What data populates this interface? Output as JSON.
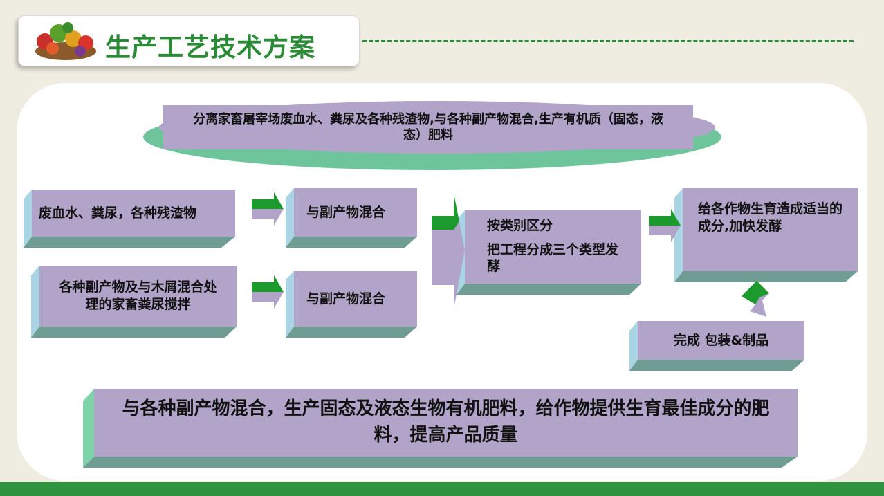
{
  "header": {
    "title": "生产工艺技术方案",
    "image": "vegetable-basket-icon"
  },
  "diagram": {
    "top_ellipse": "分离家畜屠宰场废血水、粪尿及各种残渣物,与各种副产物混合,生产有机质（固态，液态）肥料",
    "box_waste": "废血水、粪尿，各种残渣物",
    "box_mix1": "与副产物混合",
    "box_byproduct": "各种副产物及与木屑混合处理的家畜粪尿搅拌",
    "box_mix2": "与副产物混合",
    "box_classify_line1": "按类别区分",
    "box_classify_line2": "把工程分成三个类型发酵",
    "box_nutrient": "给各作物生育造成适当的成分,加快发酵",
    "box_finish": "完成 包装&制品",
    "bottom_banner": "与各种副产物混合，生产固态及液态生物有机肥料，给作物提供生育最佳成分的肥料，提高产品质量"
  },
  "colors": {
    "box_face": "#b1a4c8",
    "box_side": "#a8d4e3",
    "box_bottom": "#6f9c93",
    "arrow_green": "#1c9a2e",
    "title_green": "#2b8a36"
  }
}
